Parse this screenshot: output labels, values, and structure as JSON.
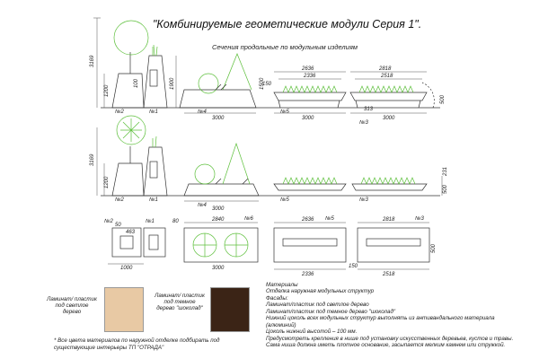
{
  "title": "\"Комбинируемые геометические модули Серия 1\".",
  "subtitle": "Сечения продольные по модульным изделиям",
  "top_dims": {
    "height_main": "3169",
    "h1200": "1200",
    "h100": "100",
    "h1900": "1900",
    "h500": "500",
    "h1500": "1500",
    "w3000_a": "3000",
    "w2636": "2636",
    "w2336": "2336",
    "w2818": "2818",
    "w2518": "2518",
    "w150": "150",
    "w313": "313",
    "w3000_b": "3000",
    "w3000_c": "3000"
  },
  "labels": {
    "n2": "№2",
    "n1": "№1",
    "n4": "№4",
    "n5": "№5",
    "n3": "№3",
    "n6": "№6"
  },
  "plan_dims": {
    "p1000": "1000",
    "p463": "463",
    "p50": "50",
    "p2840": "2840",
    "p3000": "3000",
    "p2636": "2636",
    "p2336": "2336",
    "p2818": "2818",
    "p2518": "2518",
    "p150": "150",
    "p80": "80",
    "p500": "500",
    "p231": "231"
  },
  "materials": {
    "heading": "Материалы",
    "facade_heading": "Отделка наружная модульных структур",
    "facades": "Фасады:",
    "line1": "Ламинат/пластик под светлое дерево",
    "line2": "Ламинат/пластик под темное дерево \"шоколад\"",
    "line3": "Нижний цоколь всех модульных структур выполнять из антивандального материала",
    "line3b": "(алюминий)",
    "line4": "Цоколь нижний высотой – 100 мм.",
    "line5": "Предусмотреть крепления в нише под установку искусственных деревьев, кустов и травы.",
    "line6": "Сама ниша должна иметь плотное основание, засыпается мелким камнем или стружкой."
  },
  "swatches": {
    "light_label": "Ламинат/ пластик под светлое дерево",
    "dark_label": "Ламинат/ пластик под темное дерево \"шоколад\"",
    "light_color": "#e8c9a4",
    "dark_color": "#3b2416"
  },
  "footnote": "* Все цвета материалов по наружной отделке подбирать под существующие интерьеры ТП \"ОТРАДА\"",
  "colors": {
    "line": "#333333",
    "green": "#5cbf3a",
    "dim": "#555555"
  }
}
